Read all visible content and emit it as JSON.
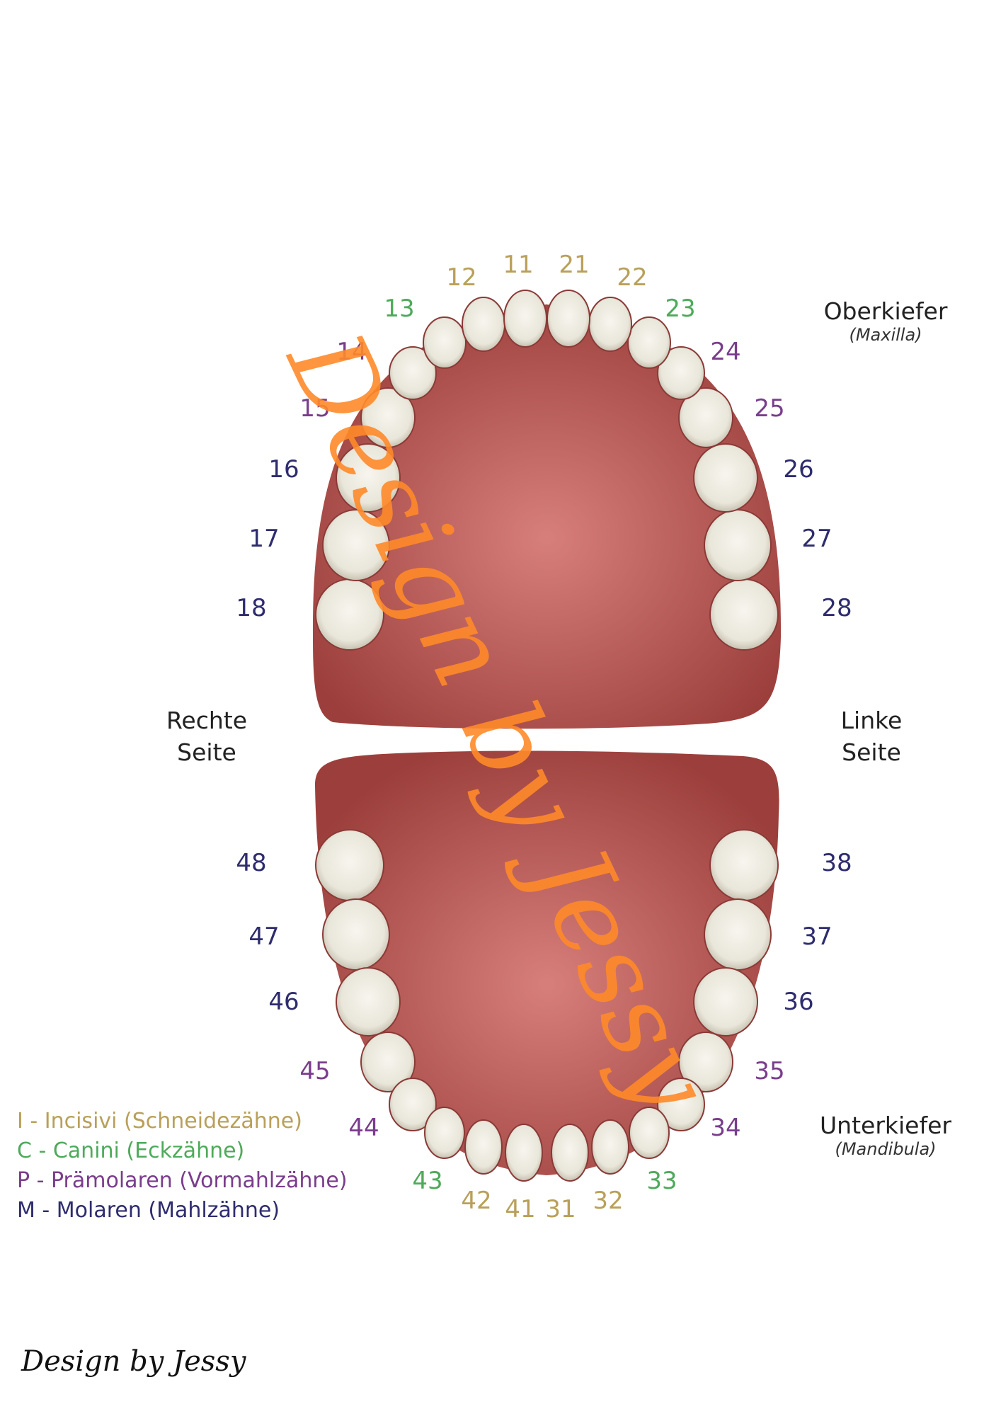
{
  "jaws": {
    "upper": {
      "title": "Oberkiefer",
      "subtitle": "(Maxilla)"
    },
    "lower": {
      "title": "Unterkiefer",
      "subtitle": "(Mandibula)"
    }
  },
  "sides": {
    "right": [
      "Rechte",
      "Seite"
    ],
    "left": [
      "Linke",
      "Seite"
    ]
  },
  "teeth": [
    {
      "n": "11",
      "t": "I"
    },
    {
      "n": "12",
      "t": "I"
    },
    {
      "n": "13",
      "t": "C"
    },
    {
      "n": "14",
      "t": "P"
    },
    {
      "n": "15",
      "t": "P"
    },
    {
      "n": "16",
      "t": "M"
    },
    {
      "n": "17",
      "t": "M"
    },
    {
      "n": "18",
      "t": "M"
    },
    {
      "n": "21",
      "t": "I"
    },
    {
      "n": "22",
      "t": "I"
    },
    {
      "n": "23",
      "t": "C"
    },
    {
      "n": "24",
      "t": "P"
    },
    {
      "n": "25",
      "t": "P"
    },
    {
      "n": "26",
      "t": "M"
    },
    {
      "n": "27",
      "t": "M"
    },
    {
      "n": "28",
      "t": "M"
    },
    {
      "n": "31",
      "t": "I"
    },
    {
      "n": "32",
      "t": "I"
    },
    {
      "n": "33",
      "t": "C"
    },
    {
      "n": "34",
      "t": "P"
    },
    {
      "n": "35",
      "t": "P"
    },
    {
      "n": "36",
      "t": "M"
    },
    {
      "n": "37",
      "t": "M"
    },
    {
      "n": "38",
      "t": "M"
    },
    {
      "n": "41",
      "t": "I"
    },
    {
      "n": "42",
      "t": "I"
    },
    {
      "n": "43",
      "t": "C"
    },
    {
      "n": "44",
      "t": "P"
    },
    {
      "n": "45",
      "t": "P"
    },
    {
      "n": "46",
      "t": "M"
    },
    {
      "n": "47",
      "t": "M"
    },
    {
      "n": "48",
      "t": "M"
    }
  ],
  "legend": [
    {
      "text": "I - Incisivi (Schneidezähne)",
      "t": "I"
    },
    {
      "text": "C - Canini (Eckzähne)",
      "t": "C"
    },
    {
      "text": "P - Prämolaren (Vormahlzähne)",
      "t": "P"
    },
    {
      "text": "M - Molaren (Mahlzähne)",
      "t": "M"
    }
  ],
  "colors": {
    "I": "#b9a05a",
    "C": "#4eaa5a",
    "P": "#7a3d8c",
    "M": "#2e2c6e",
    "watermark": "#ff8a2a"
  },
  "watermark": "Design by Jessy",
  "signature": "Design by Jessy"
}
